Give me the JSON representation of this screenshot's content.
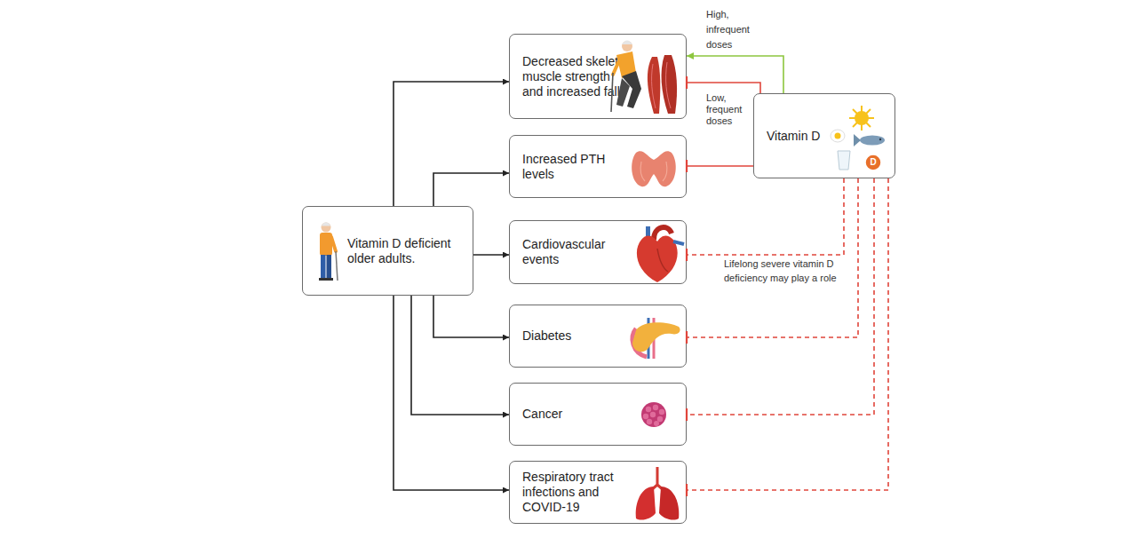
{
  "diagram": {
    "nodes": [
      {
        "text": [
          "Vitamin D deficient older adults."
        ]
      },
      {
        "text": [
          "Decreased skeletal muscle strength and increased falls"
        ]
      },
      {
        "text": [
          "Increased PTH levels"
        ]
      },
      {
        "text": [
          "Cardiovascular events"
        ]
      },
      {
        "text": [
          "Diabetes"
        ]
      },
      {
        "text": [
          "Cancer"
        ]
      },
      {
        "text": [
          "Respiratory tract infections and COVID-19"
        ]
      },
      {
        "text": [
          "Vitamin D"
        ]
      }
    ],
    "edges": [
      {
        "from": 0,
        "to": 1,
        "arrow": "to"
      },
      {
        "from": 0,
        "to": 2,
        "arrow": "to"
      },
      {
        "from": 0,
        "to": 3,
        "arrow": "to"
      },
      {
        "from": 0,
        "to": 4,
        "arrow": "to"
      },
      {
        "from": 0,
        "to": 5,
        "arrow": "to"
      },
      {
        "from": 0,
        "to": 6,
        "arrow": "to"
      },
      {
        "from": 7,
        "to": 1,
        "label": "High, infrequent doses",
        "arrow": "to"
      },
      {
        "from": 7,
        "to": 1,
        "label": "Low, frequent doses",
        "arrow": "to"
      },
      {
        "from": 7,
        "to": 2,
        "arrow": "to"
      },
      {
        "from": 7,
        "to": 3,
        "label": "Lifelong severe vitamin D deficiency may play a role",
        "arrow": "to"
      },
      {
        "from": 7,
        "to": 4,
        "arrow": "to"
      },
      {
        "from": 7,
        "to": 5,
        "arrow": "to"
      },
      {
        "from": 7,
        "to": 6,
        "arrow": "to"
      }
    ],
    "labels": [
      "D"
    ]
  }
}
